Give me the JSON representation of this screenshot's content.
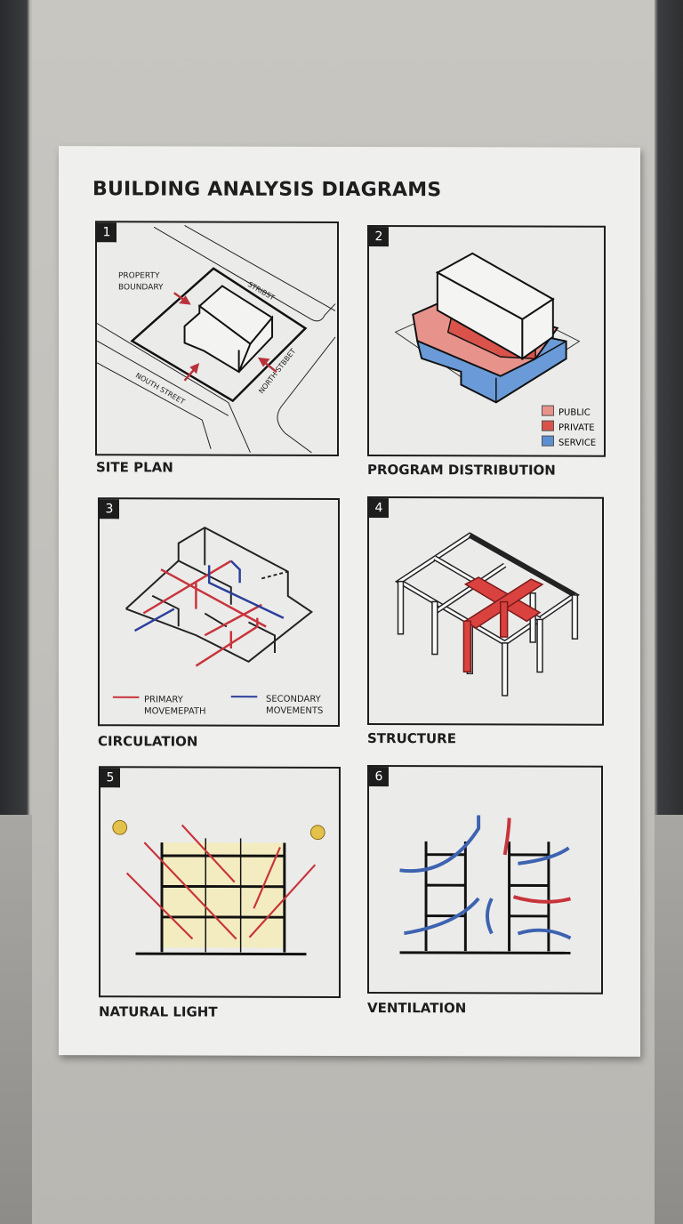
{
  "title": "BUILDING ANALYSIS DIAGRAMS",
  "panels": [
    {
      "number": "1",
      "caption": "SITE PLAN",
      "labels": {
        "property_boundary": "PROPERTY\nBOUNDARY",
        "street_top": "STRIBST",
        "street_left": "NOUTH STREET",
        "street_right": "NORTH STBBET"
      }
    },
    {
      "number": "2",
      "caption": "PROGRAM DISTRIBUTION",
      "legend": [
        {
          "label": "PUBLIC",
          "color": "#e8928c"
        },
        {
          "label": "PRIVATE",
          "color": "#d9534a"
        },
        {
          "label": "SERVICE",
          "color": "#5b8fd1"
        }
      ]
    },
    {
      "number": "3",
      "caption": "CIRCULATION",
      "legend": [
        {
          "label": "PRIMARY\nMOVEMEPATH",
          "color": "#c8343a"
        },
        {
          "label": "SECONDARY\nMOVEMENTS",
          "color": "#2a3f9a"
        }
      ]
    },
    {
      "number": "4",
      "caption": "STRUCTURE"
    },
    {
      "number": "5",
      "caption": "NATURAL LIGHT"
    },
    {
      "number": "6",
      "caption": "VENTILATION"
    }
  ]
}
